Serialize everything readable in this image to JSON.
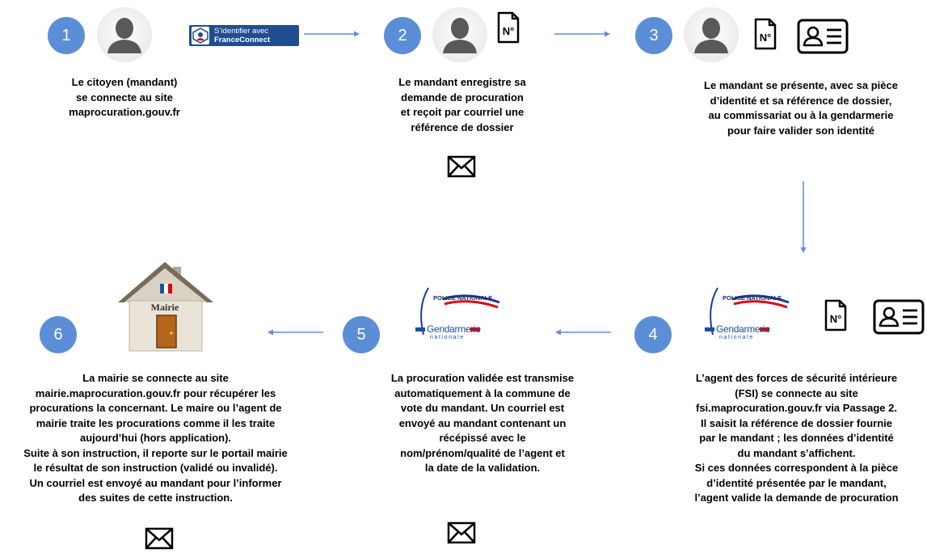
{
  "steps": [
    {
      "number": "1",
      "lines": [
        "Le citoyen (mandant)",
        "se connecte au site",
        "maprocuration.gouv.fr"
      ]
    },
    {
      "number": "2",
      "lines": [
        "Le mandant enregistre sa",
        "demande de procuration",
        "et reçoit par courriel une",
        "référence de dossier"
      ]
    },
    {
      "number": "3",
      "lines": [
        "Le mandant  se présente, avec sa pièce",
        "d’identité et sa référence de dossier,",
        "au commissariat ou à la gendarmerie",
        "pour faire valider son identité"
      ]
    },
    {
      "number": "4",
      "lines": [
        "L’agent des forces de sécurité intérieure",
        "(FSI) se connecte au site",
        "fsi.maprocuration.gouv.fr via Passage 2.",
        "Il saisit la référence de dossier fournie",
        "par le mandant ; les données d’identité",
        "du mandant s’affichent.",
        "Si ces données correspondent à la pièce",
        "d’identité présentée par le mandant,",
        "l’agent valide la demande de procuration"
      ]
    },
    {
      "number": "5",
      "lines": [
        "La procuration validée est transmise",
        "automatiquement à la commune de",
        "vote du mandant. Un courriel est",
        "envoyé au mandant contenant un",
        "récépissé avec le",
        "nom/prénom/qualité de l’agent et",
        "la date de la validation."
      ]
    },
    {
      "number": "6",
      "lines": [
        "La mairie se connecte au site",
        "mairie.maprocuration.gouv.fr pour récupérer les",
        "procurations la concernant. Le maire ou l’agent de",
        "mairie traite les procurations comme il les traite",
        "aujourd’hui (hors application).",
        "Suite à son instruction, il reporte sur le portail mairie",
        "le résultat de son instruction (validé ou invalidé).",
        "Un courriel est envoyé au mandant pour l’informer",
        "des suites de cette instruction."
      ]
    }
  ],
  "franceconnect": {
    "line1": "S’identifier avec",
    "line2": "FranceConnect"
  },
  "mairie_label": "Mairie",
  "number_icon_text": "N°",
  "police_logo": {
    "police": "POLICE NATIONALE",
    "gendarmerie": "Gendarmerie",
    "nationale": "nationale"
  },
  "icons": [
    "person-icon",
    "number-document-icon",
    "id-card-icon",
    "envelope-icon",
    "town-hall-icon",
    "franceconnect-logo",
    "police-gendarmerie-logo",
    "arrow-icon"
  ],
  "colors": {
    "badge": "#5b8ed6",
    "arrow": "#5b8ed6",
    "franceconnect": "#1f4d8f"
  }
}
